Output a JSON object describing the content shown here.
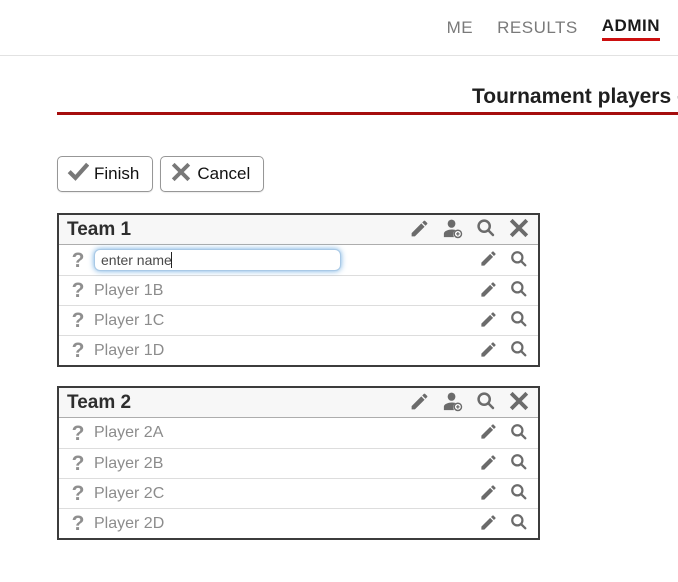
{
  "nav": {
    "items": [
      {
        "label": "ME",
        "active": false
      },
      {
        "label": "RESULTS",
        "active": false
      },
      {
        "label": "ADMIN",
        "active": true
      }
    ]
  },
  "page": {
    "title": "Tournament players -"
  },
  "actions": {
    "finish": "Finish",
    "cancel": "Cancel"
  },
  "glyphs": {
    "unknown_player": "?"
  },
  "icons": {
    "finish": "check-icon",
    "cancel": "x-icon",
    "team_edit": "pencil-icon",
    "team_add_player": "person-add-icon",
    "team_view": "search-icon",
    "team_delete": "x-icon",
    "player_edit": "pencil-icon",
    "player_view": "search-icon",
    "player_unknown": "question-mark-icon"
  },
  "teams": [
    {
      "name": "Team 1",
      "players": [
        {
          "type": "input",
          "value": "enter name"
        },
        {
          "type": "text",
          "name": "Player 1B"
        },
        {
          "type": "text",
          "name": "Player 1C"
        },
        {
          "type": "text",
          "name": "Player 1D"
        }
      ]
    },
    {
      "name": "Team 2",
      "players": [
        {
          "type": "text",
          "name": "Player 2A"
        },
        {
          "type": "text",
          "name": "Player 2B"
        },
        {
          "type": "text",
          "name": "Player 2C"
        },
        {
          "type": "text",
          "name": "Player 2D"
        }
      ]
    }
  ],
  "colors": {
    "nav_inactive": "#7a7a7a",
    "nav_active": "#1a1a1a",
    "nav_active_underline": "#cc0f0f",
    "title_rule": "#a50d0d",
    "panel_border": "#3c3c3c",
    "panel_header_bg": "#f7f7f7",
    "icon_gray": "#6b6b6b",
    "player_text": "#8c8c8c",
    "input_focus_glow": "#569ddb"
  }
}
